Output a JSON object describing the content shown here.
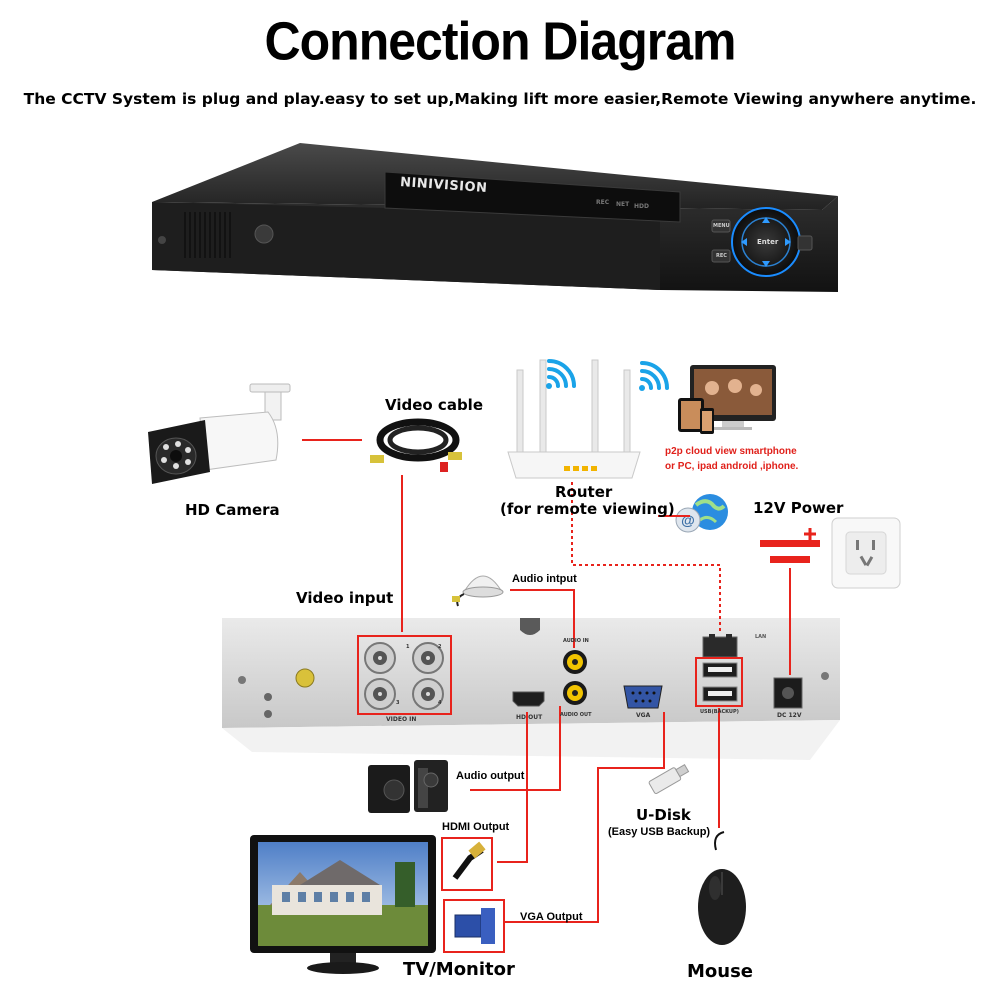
{
  "title": "Connection Diagram",
  "subtitle": "The CCTV System is plug and play.easy to set up,Making lift more easier,Remote Viewing anywhere anytime.",
  "dvr": {
    "brand": "NINIVISION",
    "indicators": [
      "REC",
      "NET",
      "HDD"
    ],
    "buttons": [
      "MENU",
      "REC"
    ],
    "enter": "Enter"
  },
  "labels": {
    "hd_camera": "HD Camera",
    "video_cable": "Video cable",
    "router": "Router",
    "router_sub": "(for remote viewing)",
    "p2p_line1": "p2p cloud  view smartphone",
    "p2p_line2": "or PC, ipad android ,iphone.",
    "power": "12V Power",
    "video_input": "Video input",
    "audio_input": "Audio intput",
    "audio_output": "Audio output",
    "hdmi_output": "HDMI Output",
    "vga_output": "VGA Output",
    "udisk": "U-Disk",
    "udisk_sub": "(Easy USB Backup)",
    "tv": "TV/Monitor",
    "mouse": "Mouse"
  },
  "panel": {
    "video_in": "VIDEO IN",
    "audio_in": "AUDIO IN",
    "audio_out": "AUDIO OUT",
    "hdout": "HD OUT",
    "vga": "VGA",
    "lan": "LAN",
    "usb": "USB(BACKUP)",
    "dc": "DC 12V",
    "channels": [
      "1",
      "2",
      "3",
      "4"
    ]
  },
  "colors": {
    "accent": "#e8231c",
    "dvr_body": "#2b2b2b",
    "panel": "#d8d8d8",
    "wifi": "#1aa3e8"
  }
}
